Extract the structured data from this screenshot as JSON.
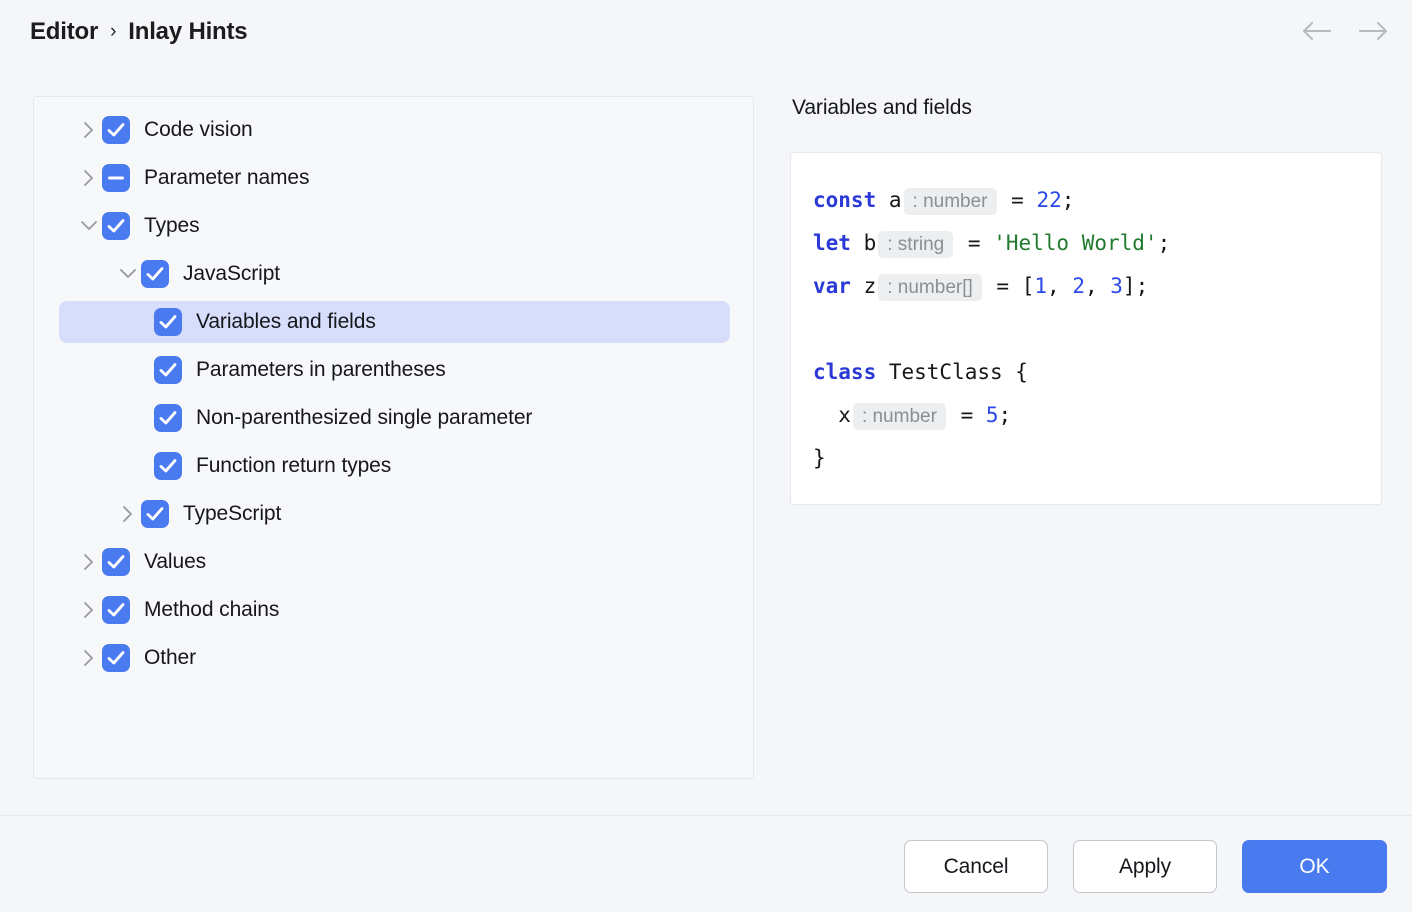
{
  "header": {
    "breadcrumb": [
      "Editor",
      "Inlay Hints"
    ],
    "separator": "›",
    "back_icon": "arrow-left-icon",
    "forward_icon": "arrow-right-icon"
  },
  "tree": {
    "items": [
      {
        "label": "Code vision",
        "level": 0,
        "checkbox": "checked",
        "expander": "collapsed",
        "selected": false
      },
      {
        "label": "Parameter names",
        "level": 0,
        "checkbox": "indeterminate",
        "expander": "collapsed",
        "selected": false
      },
      {
        "label": "Types",
        "level": 0,
        "checkbox": "checked",
        "expander": "expanded",
        "selected": false
      },
      {
        "label": "JavaScript",
        "level": 1,
        "checkbox": "checked",
        "expander": "expanded",
        "selected": false
      },
      {
        "label": "Variables and fields",
        "level": 2,
        "checkbox": "checked",
        "expander": "none",
        "selected": true
      },
      {
        "label": "Parameters in parentheses",
        "level": 2,
        "checkbox": "checked",
        "expander": "none",
        "selected": false
      },
      {
        "label": "Non-parenthesized single parameter",
        "level": 2,
        "checkbox": "checked",
        "expander": "none",
        "selected": false
      },
      {
        "label": "Function return types",
        "level": 2,
        "checkbox": "checked",
        "expander": "none",
        "selected": false
      },
      {
        "label": "TypeScript",
        "level": 1,
        "checkbox": "checked",
        "expander": "collapsed",
        "selected": false
      },
      {
        "label": "Values",
        "level": 0,
        "checkbox": "checked",
        "expander": "collapsed",
        "selected": false
      },
      {
        "label": "Method chains",
        "level": 0,
        "checkbox": "checked",
        "expander": "collapsed",
        "selected": false
      },
      {
        "label": "Other",
        "level": 0,
        "checkbox": "checked",
        "expander": "collapsed",
        "selected": false
      }
    ]
  },
  "preview": {
    "title": "Variables and fields",
    "code_lines": [
      {
        "tokens": [
          {
            "t": "const",
            "k": "kw"
          },
          {
            "t": " a",
            "k": "plain"
          },
          {
            "t": ": number",
            "k": "hint"
          },
          {
            "t": " = ",
            "k": "plain"
          },
          {
            "t": "22",
            "k": "num"
          },
          {
            "t": ";",
            "k": "plain"
          }
        ]
      },
      {
        "tokens": [
          {
            "t": "let",
            "k": "kw"
          },
          {
            "t": " b",
            "k": "plain"
          },
          {
            "t": ": string",
            "k": "hint"
          },
          {
            "t": " = ",
            "k": "plain"
          },
          {
            "t": "'Hello World'",
            "k": "str"
          },
          {
            "t": ";",
            "k": "plain"
          }
        ]
      },
      {
        "tokens": [
          {
            "t": "var",
            "k": "kw"
          },
          {
            "t": " z",
            "k": "plain"
          },
          {
            "t": ": number[]",
            "k": "hint"
          },
          {
            "t": " = [",
            "k": "plain"
          },
          {
            "t": "1",
            "k": "num"
          },
          {
            "t": ", ",
            "k": "plain"
          },
          {
            "t": "2",
            "k": "num"
          },
          {
            "t": ", ",
            "k": "plain"
          },
          {
            "t": "3",
            "k": "num"
          },
          {
            "t": "];",
            "k": "plain"
          }
        ]
      },
      {
        "tokens": []
      },
      {
        "tokens": [
          {
            "t": "class",
            "k": "kw"
          },
          {
            "t": " TestClass {",
            "k": "plain"
          }
        ]
      },
      {
        "tokens": [
          {
            "t": "  x",
            "k": "plain"
          },
          {
            "t": ": number",
            "k": "hint"
          },
          {
            "t": " = ",
            "k": "plain"
          },
          {
            "t": "5",
            "k": "num"
          },
          {
            "t": ";",
            "k": "plain"
          }
        ]
      },
      {
        "tokens": [
          {
            "t": "}",
            "k": "plain"
          }
        ]
      }
    ]
  },
  "footer": {
    "buttons": [
      {
        "label": "Cancel",
        "style": "secondary",
        "name": "cancel-button"
      },
      {
        "label": "Apply",
        "style": "secondary",
        "name": "apply-button"
      },
      {
        "label": "OK",
        "style": "primary",
        "name": "ok-button"
      }
    ]
  },
  "colors": {
    "accent": "#4a7af0",
    "selection": "#d7deFB",
    "background": "#f5f6f8",
    "panel": "#f7f8fa",
    "border": "#e6e8ec",
    "keyword": "#2b3ad6",
    "number": "#2b48e8",
    "string": "#217a2e",
    "hint_text": "#8b8e95",
    "hint_bg": "#eceef0"
  }
}
